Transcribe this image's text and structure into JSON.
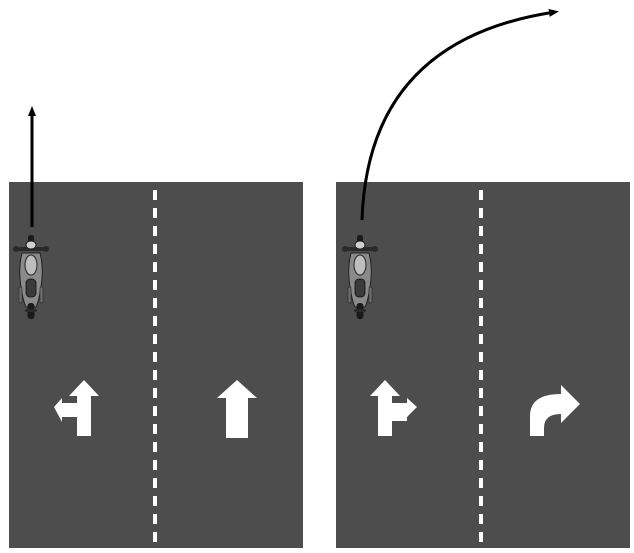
{
  "scene": {
    "colors": {
      "background": "#ffffff",
      "road": "#4d4d4d",
      "lane_marking": "#ffffff",
      "arrow_marking": "#ffffff",
      "path": "#000000",
      "motorcycle_tire": "#1a1a1a",
      "motorcycle_body": "#8a8a8a",
      "motorcycle_tank": "#bdbdbd"
    },
    "panels": [
      {
        "name": "left",
        "lanes": [
          {
            "position": "left",
            "marking": "left-or-straight-arrow"
          },
          {
            "position": "right",
            "marking": "straight-arrow"
          }
        ],
        "divider": "dashed-line",
        "vehicle": {
          "type": "motorcycle",
          "lane": "left"
        },
        "path": "straight-ahead-arrow"
      },
      {
        "name": "right",
        "lanes": [
          {
            "position": "left",
            "marking": "straight-or-right-arrow"
          },
          {
            "position": "right",
            "marking": "right-turn-arrow"
          }
        ],
        "divider": "dashed-line",
        "vehicle": {
          "type": "motorcycle",
          "lane": "left"
        },
        "path": "right-turn-arrow"
      }
    ]
  }
}
